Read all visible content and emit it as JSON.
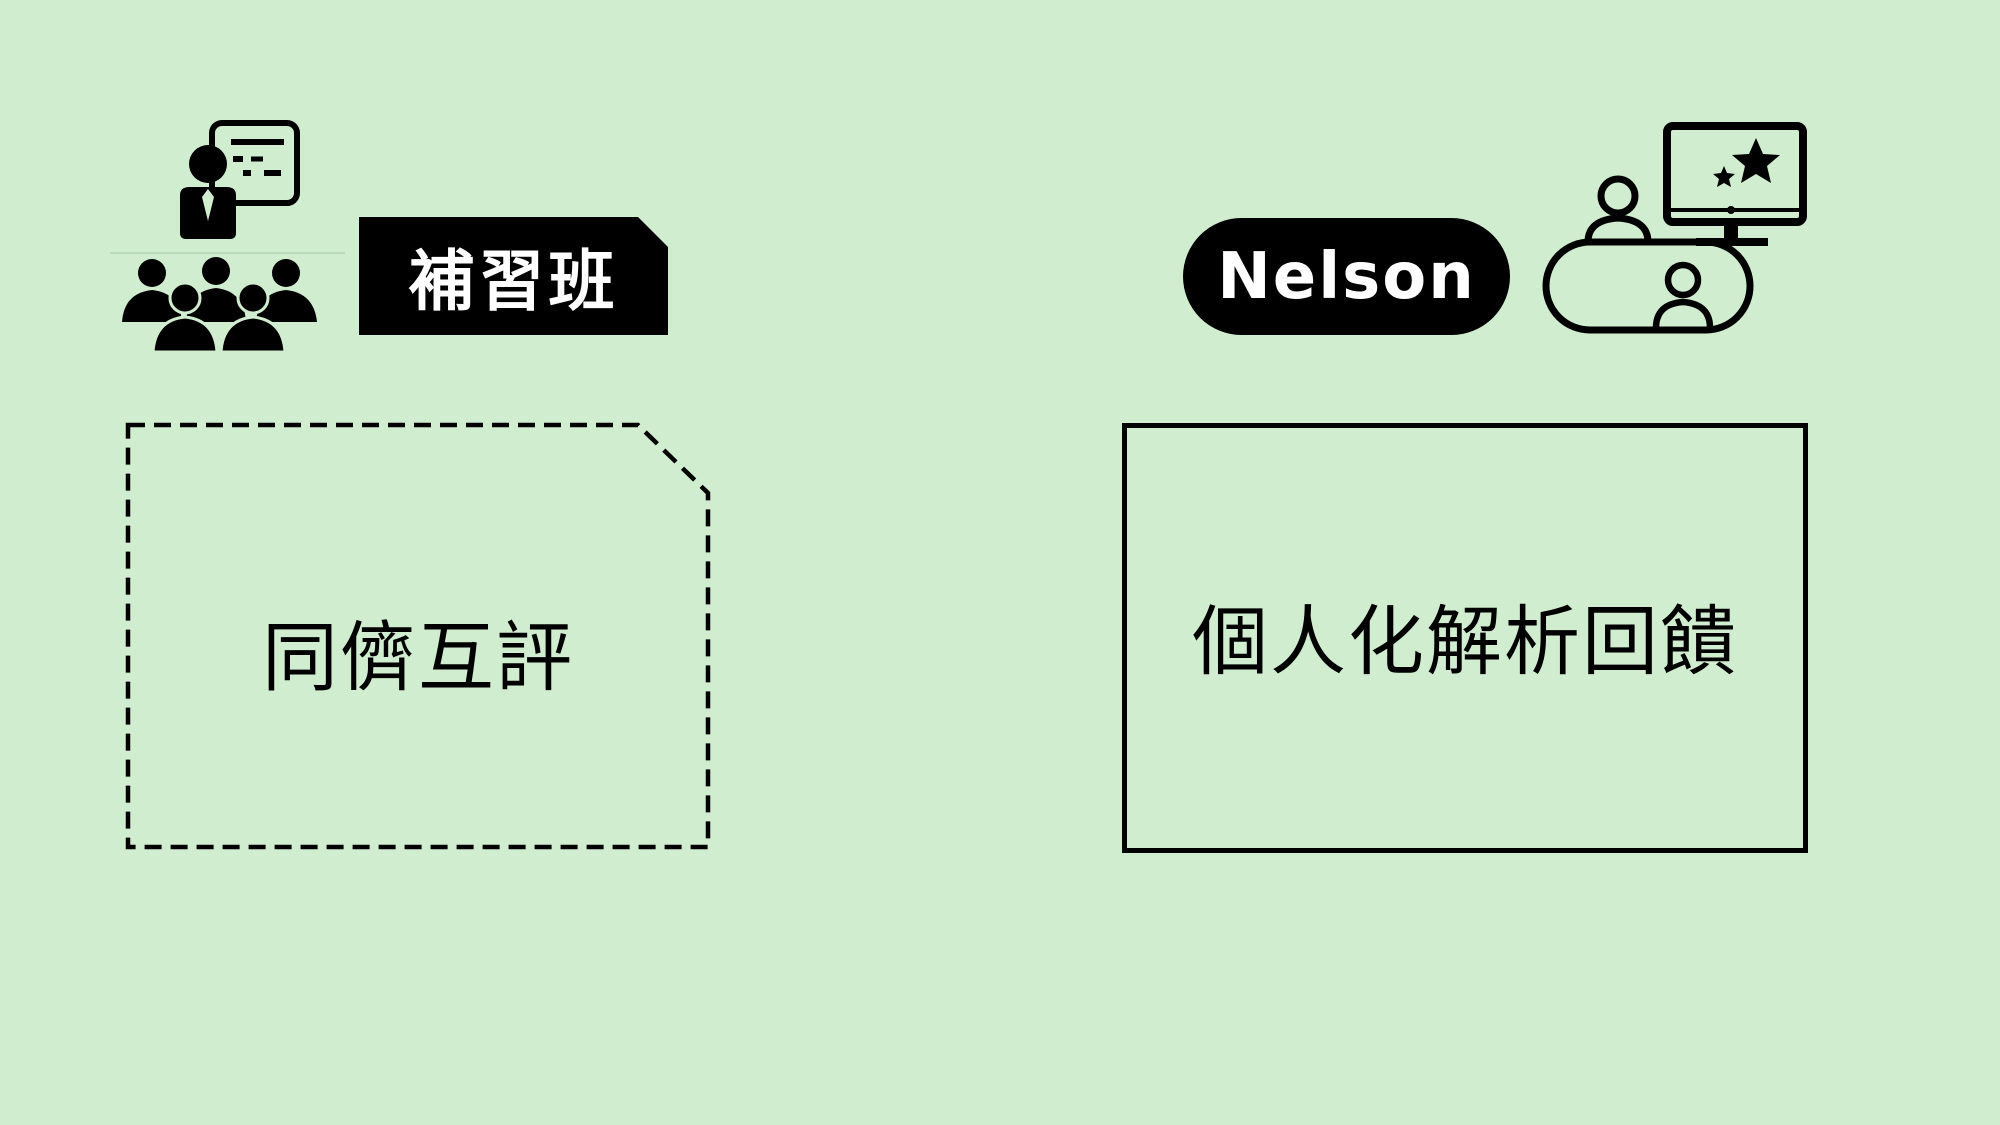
{
  "left_group": {
    "tag_label": "補習班",
    "box_text": "同儕互評",
    "icon": "classroom-teacher-students-icon"
  },
  "right_group": {
    "pill_label": "Nelson",
    "box_text": "個人化解析回饋",
    "icon": "online-tutoring-monitor-icon"
  },
  "colors": {
    "background": "#d1edcf",
    "ink": "#000000",
    "label_text": "#ffffff"
  }
}
